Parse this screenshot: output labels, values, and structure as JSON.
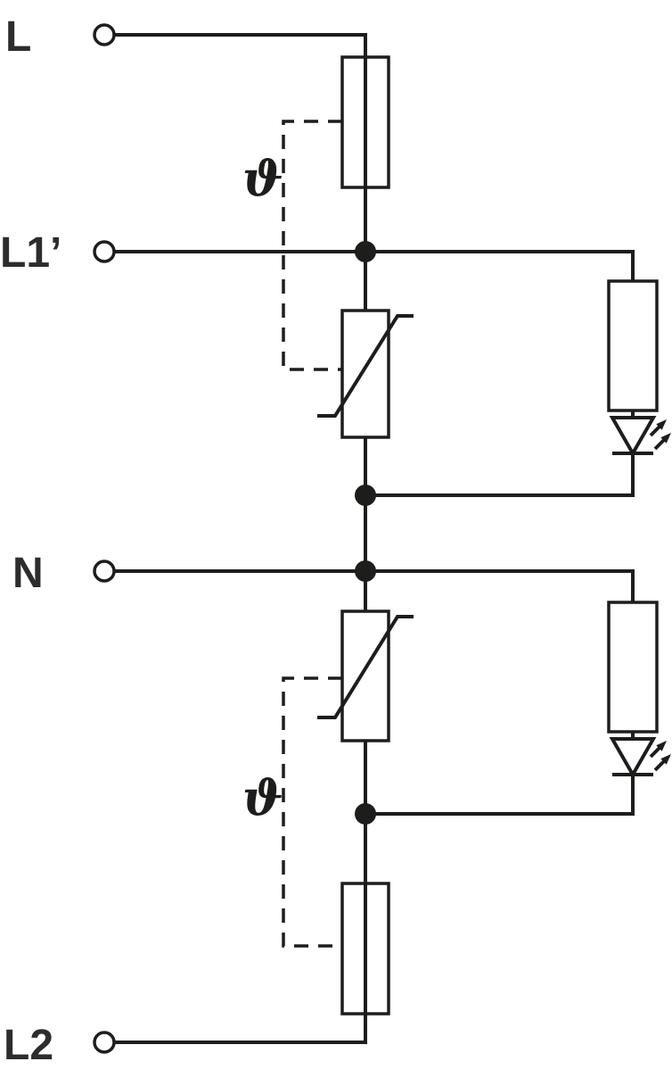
{
  "diagram": {
    "type": "surge-protection-circuit-schematic",
    "colors": {
      "line": "#1d1d1b",
      "label": "#2d2d2d",
      "background": "#ffffff"
    },
    "terminals": [
      {
        "id": "terminal-l",
        "label": "L"
      },
      {
        "id": "terminal-l1",
        "label": "L1’"
      },
      {
        "id": "terminal-n",
        "label": "N"
      },
      {
        "id": "terminal-l2",
        "label": "L2"
      }
    ],
    "thermal_labels": [
      {
        "label": "ϑ"
      },
      {
        "label": "ϑ"
      }
    ],
    "symbols": [
      {
        "name": "thermal-disconnector-top-icon"
      },
      {
        "name": "varistor-upper-icon"
      },
      {
        "name": "indicator-resistor-upper-icon"
      },
      {
        "name": "led-upper-icon"
      },
      {
        "name": "varistor-lower-icon"
      },
      {
        "name": "indicator-resistor-lower-icon"
      },
      {
        "name": "led-lower-icon"
      },
      {
        "name": "thermal-disconnector-bottom-icon"
      }
    ]
  }
}
